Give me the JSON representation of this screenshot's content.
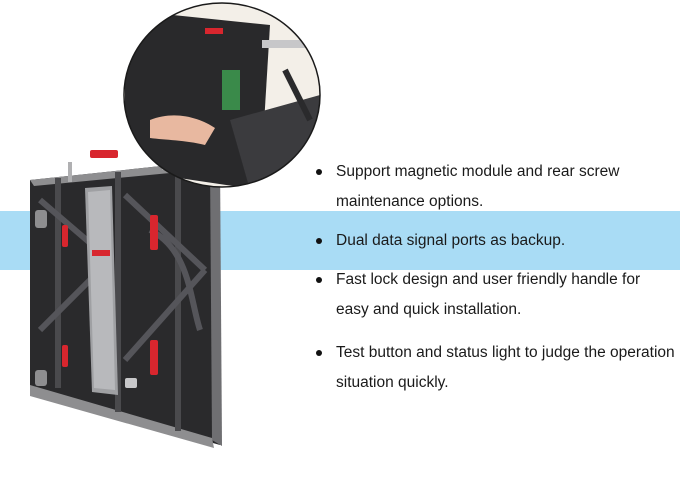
{
  "features": [
    {
      "text": "Support magnetic module and rear screw maintenance options."
    },
    {
      "text": "Dual data signal ports as backup."
    },
    {
      "text": "Fast lock design and user friendly handle for easy and quick installation."
    },
    {
      "text": "Test button and status light to judge the operation situation quickly."
    }
  ],
  "colors": {
    "band": "#a9dcf5",
    "handle": "#d8262e",
    "cabinet": "#2b2b2d",
    "frame": "#9a9a9c"
  },
  "icons": [
    "led-cabinet-image",
    "detail-zoom-image",
    "bullet-dot-icon"
  ]
}
